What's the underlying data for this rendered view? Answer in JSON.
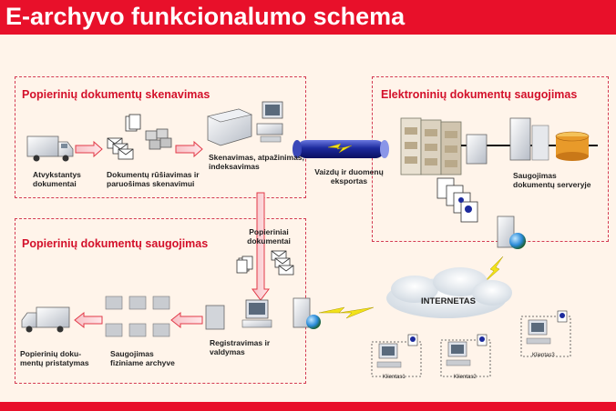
{
  "title": "E-archyvo funkcionalumo schema",
  "sections": {
    "scanning": "Popierinių dokumentų skenavimas",
    "electronic_storage": "Elektroninių dokumentų saugojimas",
    "paper_storage": "Popierinių dokumentų saugojimas"
  },
  "labels": {
    "incoming_docs": "Atvykstantys\ndokumentai",
    "sorting": "Dokumentų rūšiavimas ir\nparuošimas skenavimui",
    "scanning_indexing": "Skenavimas, atpažinimas,\nindeksavimas",
    "export": "Vaizdų ir duomenų\neksportas",
    "storage_servers": "Saugojimas\ndokumentų serveryje",
    "paper_docs": "Popieriniai\ndokumentai",
    "internet": "INTERNETAS",
    "registration": "Registravimas ir\nvaldymas",
    "physical_archive": "Saugojimas\nfiziniame archyve",
    "delivery": "Popierinių doku-\nmentų pristatymas",
    "client1": "Klientas1",
    "client2": "Klientas2",
    "client3": "Klientas3"
  },
  "colors": {
    "brand_red": "#e8102a",
    "section_red": "#d3102a",
    "arrow_red": "#e23a48",
    "pipe_blue": "#1c2a9c",
    "bolt_yellow": "#f2e21a",
    "background": "#fff4ea"
  },
  "icons": [
    "truck-icon",
    "documents-icon",
    "scanner-icon",
    "server-rack-icon",
    "globe-icon",
    "workstation-icon",
    "cloud-icon",
    "lightning-icon",
    "boxes-icon"
  ]
}
